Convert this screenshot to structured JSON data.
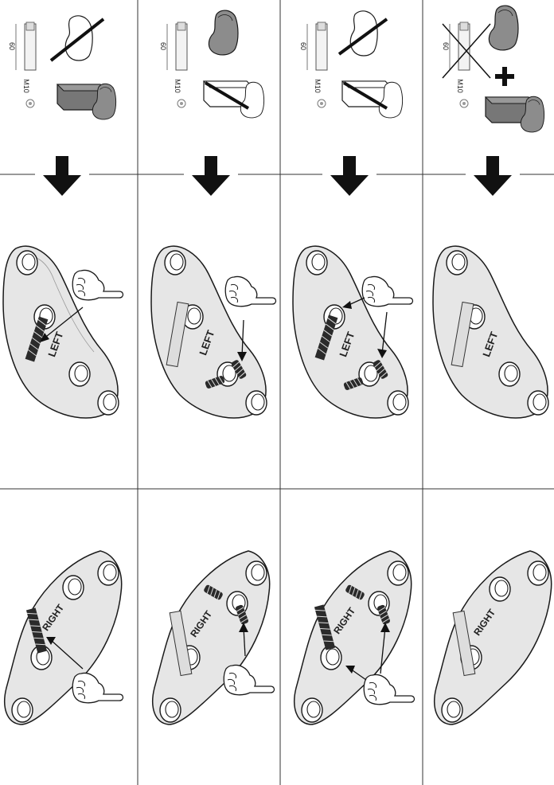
{
  "panels": [
    {
      "screw_length": "60",
      "thread": "M10",
      "pad_a": "crossed",
      "pad_b": "plain",
      "block": "crossed-plain",
      "left_arrows": 1,
      "right_arrows": 1
    },
    {
      "screw_length": "60",
      "thread": "M10",
      "pad_a": "plain",
      "pad_b": "crossed",
      "left_arrows": 1,
      "right_arrows": 1
    },
    {
      "screw_length": "60",
      "thread": "M10",
      "pad_a": "crossed",
      "pad_b": "crossed",
      "left_arrows": 2,
      "right_arrows": 2
    },
    {
      "screw_length": "60",
      "thread": "M10",
      "pad_a": "plain",
      "pad_b": "plain",
      "left_arrows": 0,
      "right_arrows": 0
    }
  ],
  "plate_labels": {
    "left": "LEFT",
    "right": "RIGHT"
  },
  "colors": {
    "line": "#1a1a1a",
    "plate": "#e6e6e6",
    "pad": "#8c8c8c",
    "block": "#777777",
    "arrow": "#111111"
  }
}
